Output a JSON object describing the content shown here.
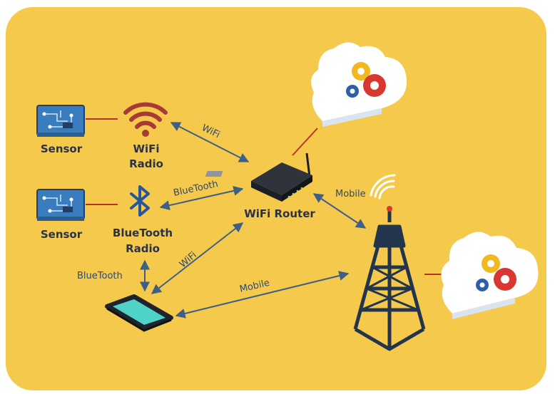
{
  "colors": {
    "background": "#f5c94c",
    "arrow": "#3e5f86",
    "connector": "#b8342b",
    "text": "#2b3245",
    "edge_text": "#2f4a6e",
    "pcb": "#3a7dbf",
    "wifi_icon": "#a83a36",
    "bluetooth_icon": "#27569a",
    "phone_screen": "#4fd3c8",
    "tower": "#23354d",
    "cloud": "#ffffff",
    "gear_yellow": "#f2b81f",
    "gear_red": "#d8382f",
    "gear_blue": "#2d5fa8"
  },
  "nodes": {
    "sensor_top": "Sensor",
    "sensor_bottom": "Sensor",
    "wifi_radio_line1": "WiFi",
    "wifi_radio_line2": "Radio",
    "bt_radio_line1": "BlueTooth",
    "bt_radio_line2": "Radio",
    "router": "WiFi Router"
  },
  "edges": {
    "wifi_radio_router": "WiFi",
    "bt_radio_router": "BlueTooth",
    "phone_router": "WiFi",
    "phone_bt_radio": "BlueTooth",
    "phone_tower": "Mobile",
    "router_tower": "Mobile"
  },
  "icons": {
    "sensor": "circuit-board-icon",
    "wifi_radio": "wifi-icon",
    "bt_radio": "bluetooth-icon",
    "router": "router-icon",
    "phone": "smartphone-icon",
    "tower": "cell-tower-icon",
    "cloud": "cloud-gears-icon"
  }
}
